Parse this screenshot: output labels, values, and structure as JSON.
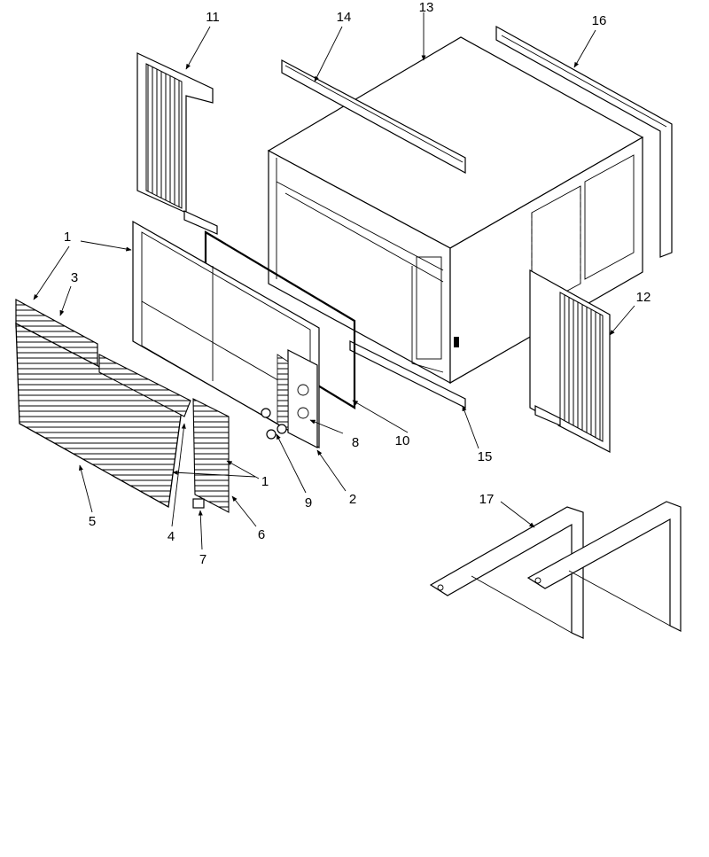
{
  "diagram": {
    "type": "exploded-parts-view",
    "callouts": [
      {
        "id": "c1a",
        "label": "1"
      },
      {
        "id": "c1b",
        "label": "1"
      },
      {
        "id": "c2",
        "label": "2"
      },
      {
        "id": "c3",
        "label": "3"
      },
      {
        "id": "c4",
        "label": "4"
      },
      {
        "id": "c5",
        "label": "5"
      },
      {
        "id": "c6",
        "label": "6"
      },
      {
        "id": "c7",
        "label": "7"
      },
      {
        "id": "c8",
        "label": "8"
      },
      {
        "id": "c9",
        "label": "9"
      },
      {
        "id": "c10",
        "label": "10"
      },
      {
        "id": "c11",
        "label": "11"
      },
      {
        "id": "c12",
        "label": "12"
      },
      {
        "id": "c13",
        "label": "13"
      },
      {
        "id": "c14",
        "label": "14"
      },
      {
        "id": "c15",
        "label": "15"
      },
      {
        "id": "c16",
        "label": "16"
      },
      {
        "id": "c17",
        "label": "17"
      }
    ]
  }
}
